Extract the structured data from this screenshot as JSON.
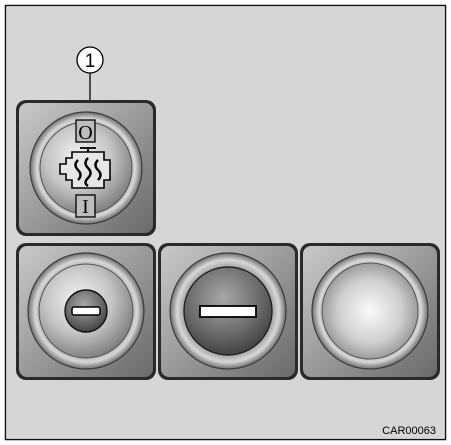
{
  "figure": {
    "callout_number": "1",
    "figure_code": "CAR00063"
  },
  "switch_1": {
    "icon": "glow-plug-indicator-icon",
    "symbol_top": "O",
    "symbol_bottom": "I"
  },
  "switch_2": {
    "icon": "small-minus-icon"
  },
  "switch_3": {
    "icon": "wide-minus-icon"
  },
  "switch_4": {
    "icon": "blank"
  },
  "colors": {
    "panel_bg": "#d6d6d6",
    "frame": "#111111",
    "button_highlight": "#f2f2f2",
    "button_shadow": "#5a5a5a"
  }
}
